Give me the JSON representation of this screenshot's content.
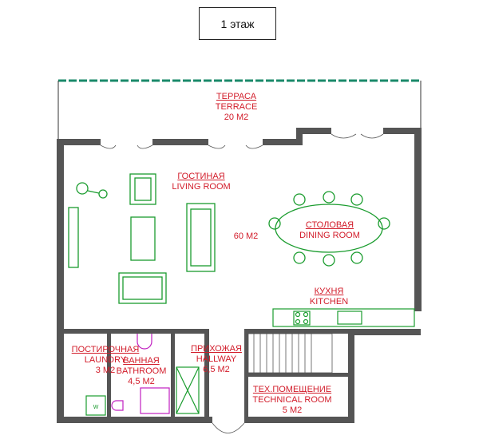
{
  "floor_title": "1 этаж",
  "rooms": {
    "terrace": {
      "ru": "ТЕРРАСА",
      "en": "TERRACE",
      "area": "20 М2"
    },
    "living": {
      "ru": "ГОСТИНАЯ",
      "en": "LIVING ROOM",
      "area": "60 М2"
    },
    "dining": {
      "ru": "СТОЛОВАЯ",
      "en": "DINING ROOM"
    },
    "kitchen": {
      "ru": "КУХНЯ",
      "en": "KITCHEN"
    },
    "laundry": {
      "ru": "ПОСТИРОЧНАЯ",
      "en": "LAUNDRY",
      "area": "3 М2"
    },
    "bathroom": {
      "ru": "ВАННАЯ",
      "en": "BATHROOM",
      "area": "4,5 М2"
    },
    "hallway": {
      "ru": "ПРИХОЖАЯ",
      "en": "HALLWAY",
      "area": "6,5 М2"
    },
    "technical": {
      "ru": "ТЕХ.ПОМЕЩЕНИЕ",
      "en": "TECHNICAL ROOM",
      "area": "5 М2"
    }
  },
  "fixture_marks": {
    "washer": "W"
  },
  "colors": {
    "wall": "#555555",
    "furniture": "#1a9c2e",
    "labels": "#d21c2a",
    "bath": "#c020c0",
    "terrace_line": "#1a8a6a"
  }
}
